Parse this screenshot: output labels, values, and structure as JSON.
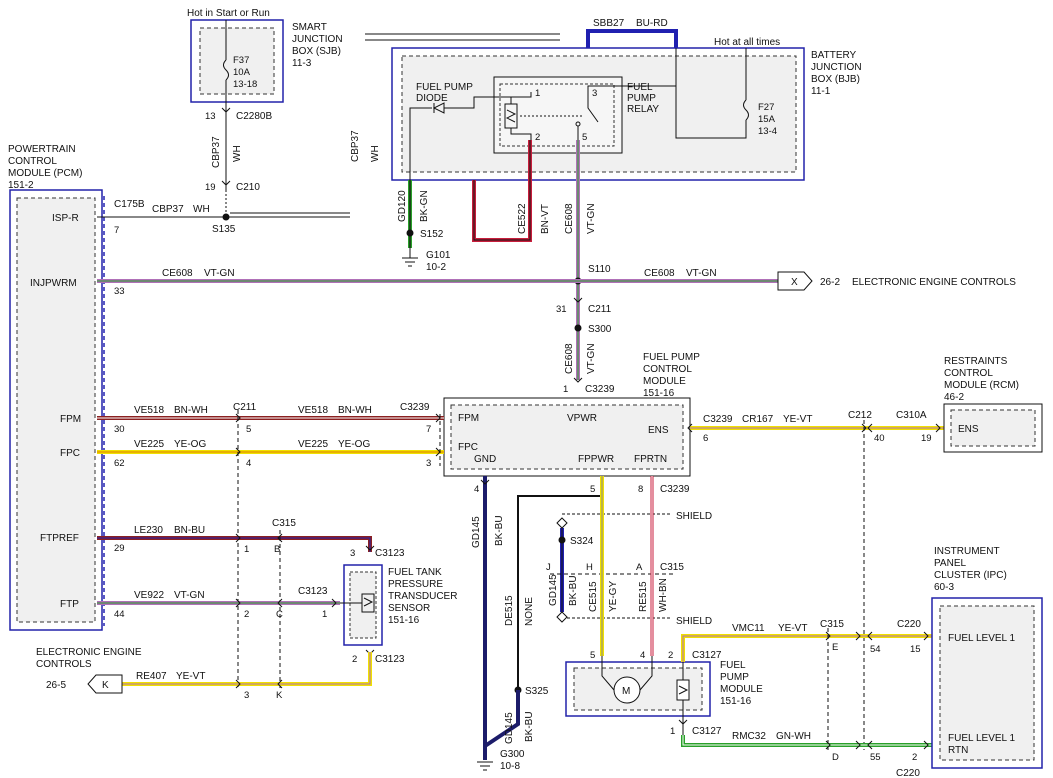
{
  "sjb": {
    "hot_label": "Hot in Start or Run",
    "name_lines": [
      "SMART",
      "JUNCTION",
      "BOX (SJB)"
    ],
    "ref": "11-3",
    "fuse": {
      "id": "F37",
      "rating": "10A",
      "ref": "13-18"
    },
    "connector_pin": "13",
    "connector": "C2280B",
    "wire_circuit": "CBP37",
    "wire_color": "WH",
    "c210_pin": "19",
    "c210": "C210"
  },
  "bjb": {
    "name_lines": [
      "BATTERY",
      "JUNCTION",
      "BOX (BJB)"
    ],
    "ref": "11-1",
    "hot_label": "Hot at all times",
    "sbb_circuit": "SBB27",
    "sbb_color": "BU-RD",
    "fuse": {
      "id": "F27",
      "rating": "15A",
      "ref": "13-4"
    },
    "diode_lines": [
      "FUEL PUMP",
      "DIODE"
    ],
    "relay_lines": [
      "FUEL",
      "PUMP",
      "RELAY"
    ],
    "relay_pins": [
      "1",
      "2",
      "3",
      "5"
    ],
    "left_circuit": "CBP37",
    "left_color": "WH"
  },
  "pcm": {
    "name_lines": [
      "POWERTRAIN",
      "CONTROL",
      "MODULE (PCM)"
    ],
    "ref": "151-2",
    "pins": [
      {
        "label": "ISP-R",
        "num": "7"
      },
      {
        "label": "INJPWRM",
        "num": "33"
      },
      {
        "label": "FPM",
        "num": "30"
      },
      {
        "label": "FPC",
        "num": "62"
      },
      {
        "label": "FTPREF",
        "num": "29"
      },
      {
        "label": "FTP",
        "num": "44"
      }
    ],
    "c175b": "C175B"
  },
  "wires": {
    "cbp37_h": {
      "circuit": "CBP37",
      "color": "WH"
    },
    "s135": "S135",
    "ce608_left": {
      "circuit": "CE608",
      "color": "VT-GN"
    },
    "ce608_right": {
      "circuit": "CE608",
      "color": "VT-GN"
    },
    "s110": "S110",
    "gd120": {
      "circuit": "GD120",
      "color": "BK-GN"
    },
    "s152": "S152",
    "g101": {
      "id": "G101",
      "ref": "10-2"
    },
    "ce522": {
      "circuit": "CE522",
      "color": "BN-VT"
    },
    "ce608_v": {
      "circuit": "CE608",
      "color": "VT-GN"
    },
    "c211_31": {
      "pin": "31",
      "conn": "C211"
    },
    "s300": "S300",
    "ce608_v2": {
      "circuit": "CE608",
      "color": "VT-GN"
    },
    "c3239_top": {
      "pin": "1",
      "conn": "C3239"
    },
    "ve518": {
      "circuit": "VE518",
      "color": "BN-WH"
    },
    "ve518b": {
      "circuit": "VE518",
      "color": "BN-WH"
    },
    "ve225": {
      "circuit": "VE225",
      "color": "YE-OG"
    },
    "ve225b": {
      "circuit": "VE225",
      "color": "YE-OG"
    },
    "c211": "C211",
    "c3239": "C3239",
    "le230": {
      "circuit": "LE230",
      "color": "BN-BU"
    },
    "c315": "C315",
    "ve922": {
      "circuit": "VE922",
      "color": "VT-GN"
    },
    "c3123": "C3123",
    "re407": {
      "circuit": "RE407",
      "color": "YE-VT"
    },
    "cr167": {
      "circuit": "CR167",
      "color": "YE-VT"
    },
    "c212": "C212",
    "c310a": "C310A",
    "gd145": {
      "circuit": "GD145",
      "color": "BK-BU"
    },
    "de515": {
      "circuit": "DE515",
      "color": "NONE"
    },
    "s325": "S325",
    "g300": {
      "id": "G300",
      "ref": "10-8"
    },
    "gd145b": {
      "circuit": "GD145",
      "color": "BK-BU"
    },
    "gd145c": {
      "circuit": "GD145",
      "color": "BK-BU"
    },
    "s324": "S324",
    "ce515": {
      "circuit": "CE515",
      "color": "YE-GY"
    },
    "re515": {
      "circuit": "RE515",
      "color": "WH-BN"
    },
    "shield": "SHIELD",
    "vmc11": {
      "circuit": "VMC11",
      "color": "YE-VT"
    },
    "c220": "C220",
    "rmc32": {
      "circuit": "RMC32",
      "color": "GN-WH"
    },
    "c3127": "C3127"
  },
  "eec": {
    "x_label": "X",
    "x_ref": "26-2",
    "x_text": "ELECTRONIC ENGINE CONTROLS",
    "k_label": "K",
    "k_ref": "26-5",
    "k_text_lines": [
      "ELECTRONIC ENGINE",
      "CONTROLS"
    ]
  },
  "fpcm": {
    "name_lines": [
      "FUEL PUMP",
      "CONTROL",
      "MODULE"
    ],
    "ref": "151-16",
    "pins": {
      "fpm": "FPM",
      "fpc": "FPC",
      "vpwr": "VPWR",
      "ens": "ENS",
      "gnd": "GND",
      "fppwr": "FPPWR",
      "fprtn": "FPRTN"
    }
  },
  "rcm": {
    "name_lines": [
      "RESTRAINTS",
      "CONTROL",
      "MODULE (RCM)"
    ],
    "ref": "46-2",
    "pin": "ENS"
  },
  "ftpt": {
    "name_lines": [
      "FUEL TANK",
      "PRESSURE",
      "TRANSDUCER",
      "SENSOR"
    ],
    "ref": "151-16"
  },
  "fpm_module": {
    "name_lines": [
      "FUEL",
      "PUMP",
      "MODULE"
    ],
    "ref": "151-16",
    "motor": "M"
  },
  "ipc": {
    "name_lines": [
      "INSTRUMENT",
      "PANEL",
      "CLUSTER (IPC)"
    ],
    "ref": "60-3",
    "pin1": "FUEL LEVEL 1",
    "pin2_lines": [
      "FUEL LEVEL 1",
      "RTN"
    ]
  },
  "colors": {
    "violet_green": "#b070b8",
    "yellow": "#f0e000",
    "brown": "#8b2020",
    "green": "#2aa02a",
    "blue": "#2020b0",
    "red": "#c81e3c",
    "module_fill": "#f0f0f0",
    "box_blue": "#2222aa"
  }
}
